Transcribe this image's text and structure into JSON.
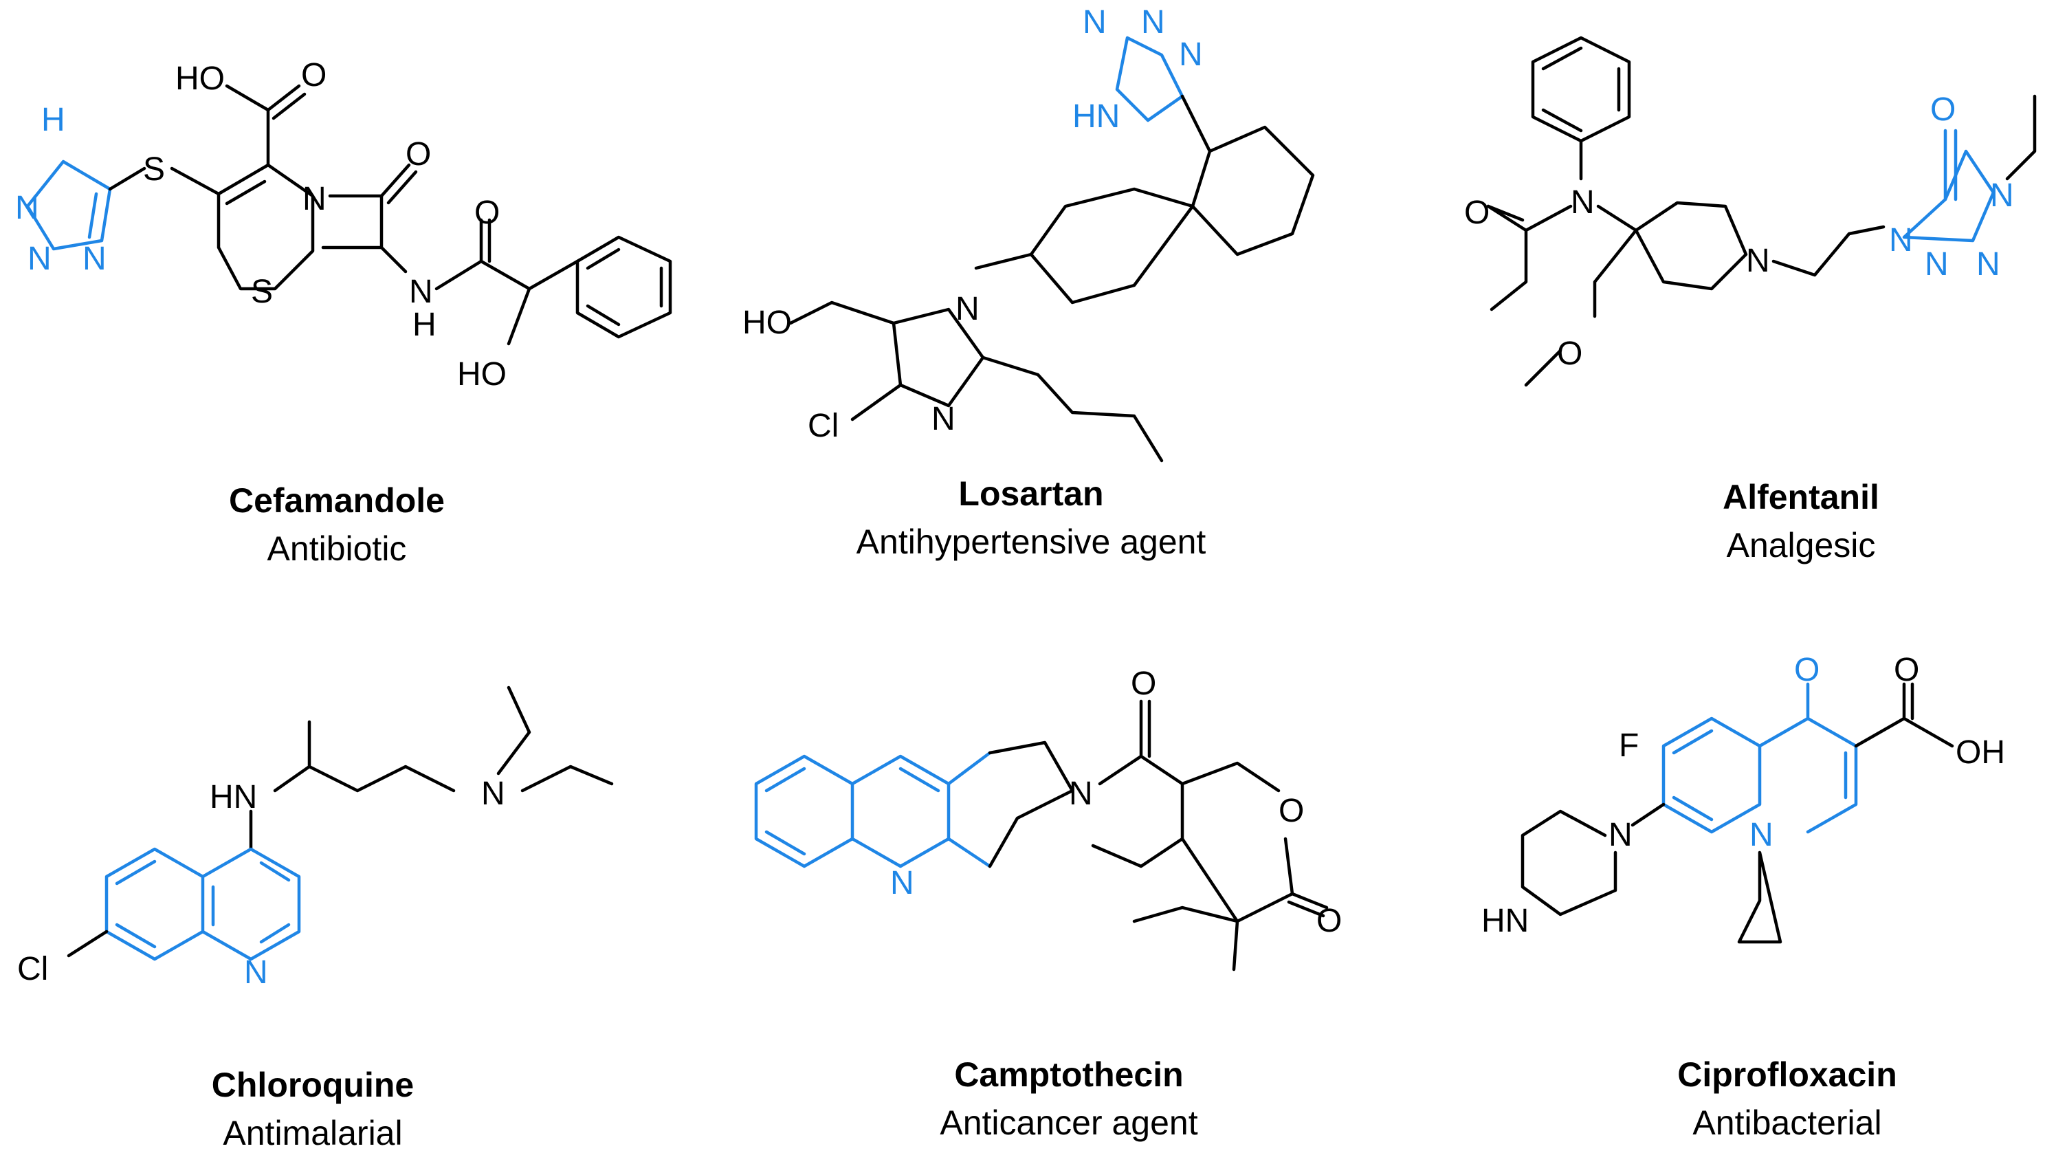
{
  "colors": {
    "ink": "#000000",
    "highlight": "#1f86e6",
    "background": "#ffffff"
  },
  "compounds": [
    {
      "name": "Cefamandole",
      "use": "Antibiotic"
    },
    {
      "name": "Losartan",
      "use": "Antihypertensive agent"
    },
    {
      "name": "Alfentanil",
      "use": "Analgesic"
    },
    {
      "name": "Chloroquine",
      "use": "Antimalarial"
    },
    {
      "name": "Camptothecin",
      "use": "Anticancer agent"
    },
    {
      "name": "Ciprofloxacin",
      "use": "Antibacterial"
    }
  ],
  "atom_labels": {
    "HO": "HO",
    "O": "O",
    "N": "N",
    "S": "S",
    "H": "H",
    "NH": "NH",
    "HN": "HN",
    "OH": "OH",
    "Cl": "Cl",
    "F": "F",
    "N_H": "N",
    "HN_tet": "HN"
  }
}
